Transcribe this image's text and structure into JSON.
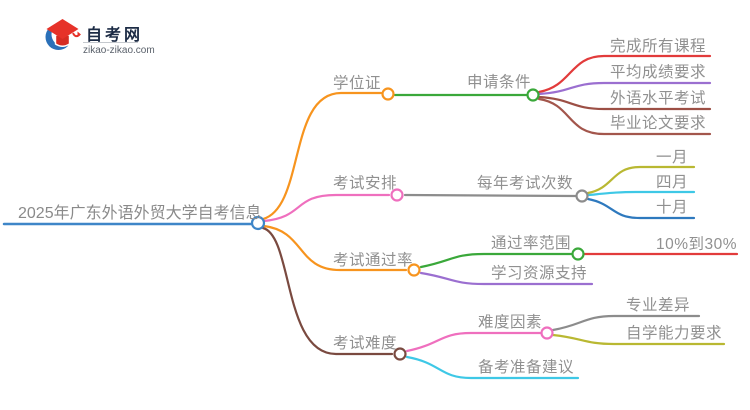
{
  "logo": {
    "site_name": "自考网",
    "site_url": "zikao-zikao.com"
  },
  "nodes": {
    "root": {
      "label": "2025年广东外语外贸大学自考信息"
    },
    "degree": {
      "label": "学位证"
    },
    "apply_conditions": {
      "label": "申请条件"
    },
    "complete_courses": {
      "label": "完成所有课程"
    },
    "average_score": {
      "label": "平均成绩要求"
    },
    "foreign_language": {
      "label": "外语水平考试"
    },
    "thesis": {
      "label": "毕业论文要求"
    },
    "exam_schedule": {
      "label": "考试安排"
    },
    "exams_per_year": {
      "label": "每年考试次数"
    },
    "january": {
      "label": "一月"
    },
    "april": {
      "label": "四月"
    },
    "october": {
      "label": "十月"
    },
    "pass_rate": {
      "label": "考试通过率"
    },
    "pass_rate_range": {
      "label": "通过率范围"
    },
    "rate_value": {
      "label": "10%到30%"
    },
    "learning_resources": {
      "label": "学习资源支持"
    },
    "difficulty": {
      "label": "考试难度"
    },
    "difficulty_factors": {
      "label": "难度因素"
    },
    "major_difference": {
      "label": "专业差异"
    },
    "self_study_ability": {
      "label": "自学能力要求"
    },
    "preparation_advice": {
      "label": "备考准备建议"
    }
  },
  "colors": {
    "root_blue": "#3E86C8",
    "orange": "#F7941E",
    "green": "#3AA83A",
    "red": "#E23B3B",
    "purple": "#9B6FD0",
    "dark_red": "#9C4F45",
    "brown_red": "#A3564C",
    "pink": "#EF6FBE",
    "gray": "#8C8C8C",
    "olive": "#B9B832",
    "cyan": "#3EC8E6",
    "month_blue": "#2E79BE",
    "brown": "#7A4A40",
    "text_gray": "#909090",
    "logo_red": "#E63229",
    "logo_blue": "#2A70B8",
    "logo_navy": "#1C2B45"
  }
}
